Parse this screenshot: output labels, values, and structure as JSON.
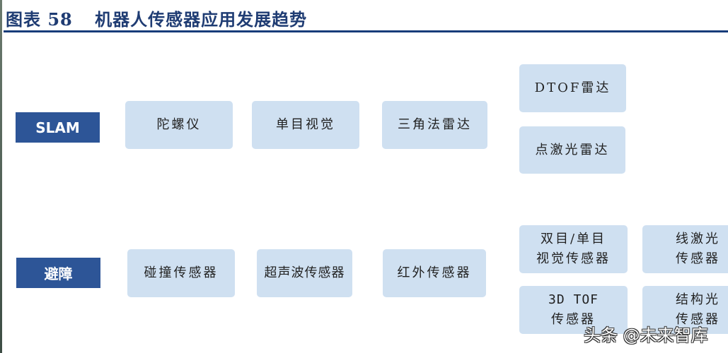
{
  "title": {
    "label": "图表",
    "number": "58",
    "text": "机器人传感器应用发展趋势"
  },
  "rows": [
    {
      "category": "SLAM",
      "items": [
        {
          "lines": [
            "陀螺仪"
          ]
        },
        {
          "lines": [
            "单目视觉"
          ]
        },
        {
          "lines": [
            "三角法雷达"
          ]
        },
        {
          "lines": [
            "DTOF雷达"
          ]
        },
        {
          "lines": [
            "点激光雷达"
          ]
        }
      ]
    },
    {
      "category": "避障",
      "items": [
        {
          "lines": [
            "碰撞传感器"
          ]
        },
        {
          "lines": [
            "超声波传感器"
          ]
        },
        {
          "lines": [
            "红外传感器"
          ]
        },
        {
          "lines": [
            "双目/单目",
            "视觉传感器"
          ]
        },
        {
          "lines": [
            "线激光",
            "传感器"
          ]
        },
        {
          "lines": [
            "3D TOF",
            "传感器"
          ]
        },
        {
          "lines": [
            "结构光",
            "传感器"
          ]
        }
      ]
    }
  ],
  "watermark": "头条 @未来智库",
  "colors": {
    "title": "#1f3c73",
    "category_fill": "#2d5597",
    "box_fill": "#cfe0f1"
  }
}
